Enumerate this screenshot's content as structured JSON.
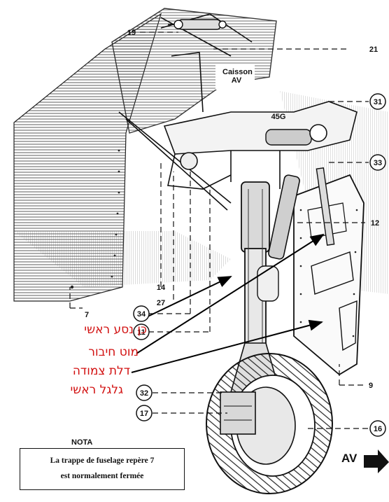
{
  "labels": {
    "main_gear_leg": "כן נסע ראשי",
    "hinge_pin": "מוט חיבור",
    "gear_door": "דלת צמודה",
    "main_wheel": "גלגל ראשי"
  },
  "caisson": {
    "line1": "Caisson",
    "line2": "AV"
  },
  "ref_45g": "45G",
  "callouts": {
    "c19": "19",
    "c21": "21",
    "c31": "31",
    "c33": "33",
    "c12": "12",
    "c14": "14",
    "c27": "27",
    "c34": "34",
    "c11": "11",
    "c7": "7",
    "c9": "9",
    "c32": "32",
    "c17": "17",
    "c16": "16"
  },
  "nota": {
    "title": "NOTA",
    "line1": "La trappe de fuselage repère 7",
    "line2": "est normalement fermée"
  },
  "direction": "AV",
  "colors": {
    "annotation_red": "#d21212",
    "ink": "#111111"
  }
}
